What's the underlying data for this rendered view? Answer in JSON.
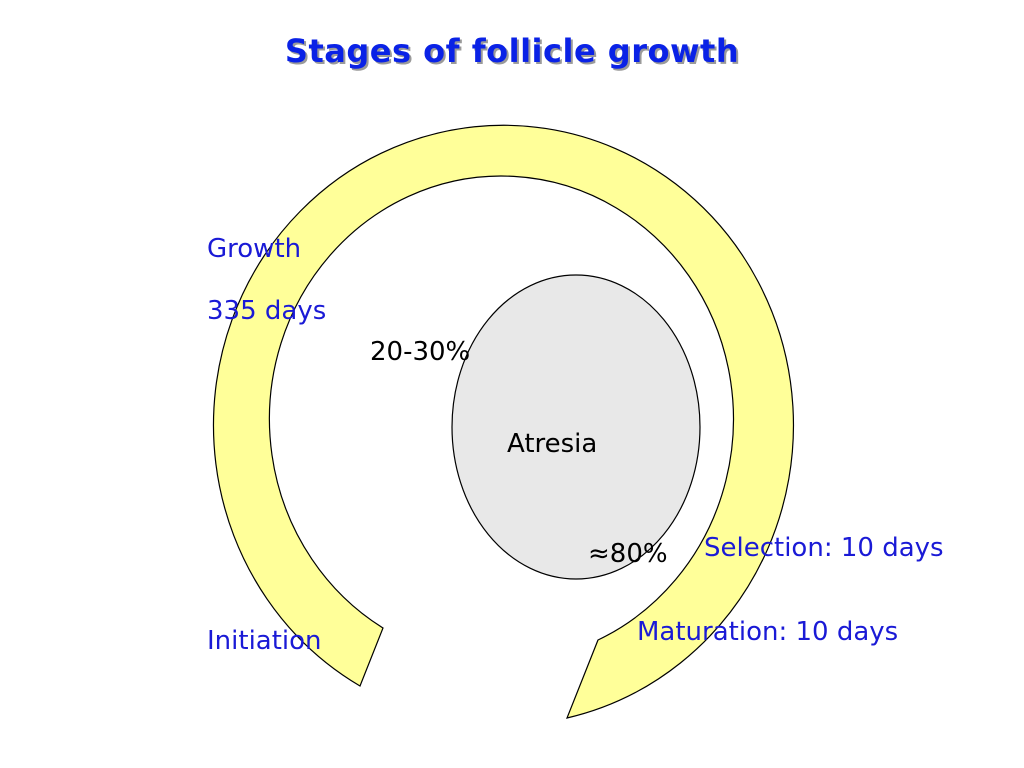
{
  "title": "Stages of follicle growth",
  "labels": {
    "growth": "Growth",
    "growth_duration": "335 days",
    "atresia_early": "20-30%",
    "atresia": "Atresia",
    "atresia_late": "≈80%",
    "selection": "Selection: 10 days",
    "maturation": "Maturation: 10 days",
    "initiation": "Initiation"
  },
  "colors": {
    "title": "#0a22e6",
    "stage_text": "#1a1ad6",
    "arc_fill": "#ffff99",
    "atresia_fill": "#e8e8e8",
    "outline": "#000000"
  }
}
